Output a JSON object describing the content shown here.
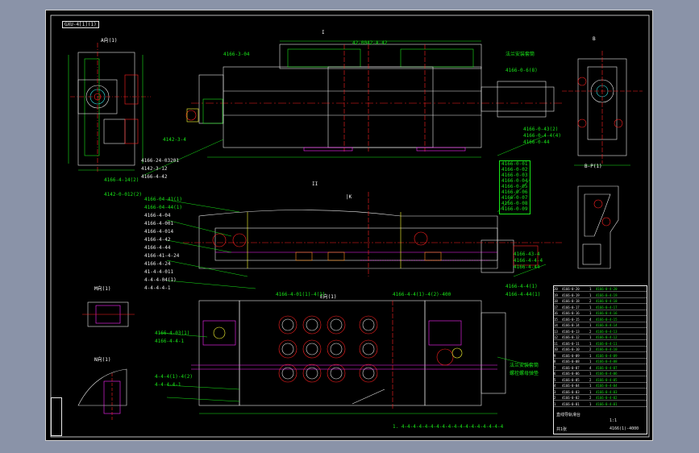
{
  "sheet": {
    "drawing_tag": "GXU-4[1](1)"
  },
  "views": {
    "top_center_label": "I",
    "view_a_label": "A向(1)",
    "right_top_label": "B",
    "right_section_label": "B-P(1)",
    "mid_center_label": "II",
    "mid_side_label": "|K",
    "bottom_center_label": "E向(1)",
    "left_detail_1": "M向(1)",
    "left_detail_2": "N向(1)"
  },
  "callouts": {
    "top_view": [
      "4166-3-04",
      "4142-3-4",
      "42-0042-A-42"
    ],
    "top_right": [
      "法兰安装套筒",
      "4166-0-6(8)"
    ],
    "top_right_list": [
      "4166-0-43(2)",
      "4166-0-4-4(4)",
      "4166-0-44"
    ],
    "left_stack_1": [
      "4166-24-03201",
      "4142-3-12",
      "4166-4-42"
    ],
    "left_stack_2": [
      "4166-4-14(2)",
      "4142-0-012(2)"
    ],
    "left_mid_list": [
      "4166-04-41(1)",
      "4166-04-44(1)",
      "4166-4-04",
      "4166-4-001",
      "4166-4-014",
      "4166-4-42",
      "4166-4-44",
      "4166-41-4-24",
      "4166-4-24",
      "41-4-4-011",
      "4-4-4-04(1)",
      "4-4-4-4-1"
    ],
    "right_mid_list": [
      "4166-0-01",
      "4166-0-02",
      "4166-0-03",
      "4166-0-04",
      "4166-0-05",
      "4166-0-06",
      "4166-0-07",
      "4166-0-08",
      "4166-0-09"
    ],
    "right_mid_lower": [
      "4166-43-4",
      "4166-4-4-4",
      "4166-4-44"
    ],
    "bottom_labels": [
      "4166-4-4(1)",
      "4166-4-44(1)"
    ],
    "bottom_mid": [
      "4166-4-01(1)-4(1)",
      "4166-4-4(1)-4(2)-400"
    ],
    "bottom_left": [
      "4166-4-03(1)",
      "4166-4-4-1"
    ],
    "bottom_left_2": [
      "4-4-4(1)-4(2)",
      "4-4-4-4-1"
    ],
    "bottom_right": [
      "法兰安装套筒",
      "螺栓螺母弹垫"
    ],
    "bottom_note": "1. 4-4-4-4-4-4-4-4-4-4-4-4-4-4-4-4-4-4"
  },
  "parts_table": {
    "rows": [
      [
        "20",
        "4166-0-20",
        "1",
        "4166-0-4-20"
      ],
      [
        "19",
        "4166-0-19",
        "1",
        "4166-0-4-19"
      ],
      [
        "18",
        "4166-0-18",
        "2",
        "4166-0-4-18"
      ],
      [
        "17",
        "4166-0-17",
        "1",
        "4166-0-4-17"
      ],
      [
        "16",
        "4166-0-16",
        "1",
        "4166-0-4-16"
      ],
      [
        "15",
        "4166-0-15",
        "4",
        "4166-0-4-15"
      ],
      [
        "14",
        "4166-0-14",
        "1",
        "4166-0-4-14"
      ],
      [
        "13",
        "4166-0-13",
        "2",
        "4166-0-4-13"
      ],
      [
        "12",
        "4166-0-12",
        "1",
        "4166-0-4-12"
      ],
      [
        "11",
        "4166-0-11",
        "1",
        "4166-0-4-11"
      ],
      [
        "10",
        "4166-0-10",
        "2",
        "4166-0-4-10"
      ],
      [
        "9",
        "4166-0-09",
        "1",
        "4166-0-4-09"
      ],
      [
        "8",
        "4166-0-08",
        "1",
        "4166-0-4-08"
      ],
      [
        "7",
        "4166-0-07",
        "4",
        "4166-0-4-07"
      ],
      [
        "6",
        "4166-0-06",
        "1",
        "4166-0-4-06"
      ],
      [
        "5",
        "4166-0-05",
        "2",
        "4166-0-4-05"
      ],
      [
        "4",
        "4166-0-04",
        "1",
        "4166-0-4-04"
      ],
      [
        "3",
        "4166-0-03",
        "1",
        "4166-0-4-03"
      ],
      [
        "2",
        "4166-0-02",
        "2",
        "4166-0-4-02"
      ],
      [
        "1",
        "4166-0-01",
        "1",
        "4166-0-4-01"
      ]
    ]
  },
  "title_block": {
    "drawing_no": "4166(1)-4000",
    "scale": "1:1",
    "name": "直线导轨滑台",
    "sheet": "共1张"
  },
  "colors": {
    "background": "#8a93a8",
    "sheet": "#000000",
    "outline": "#e8e8e8",
    "green": "#19e519",
    "red": "#ff2020",
    "magenta": "#ff2aff",
    "yellow": "#ffff33",
    "cyan": "#33e5e5",
    "orange": "#ff8c1a"
  }
}
